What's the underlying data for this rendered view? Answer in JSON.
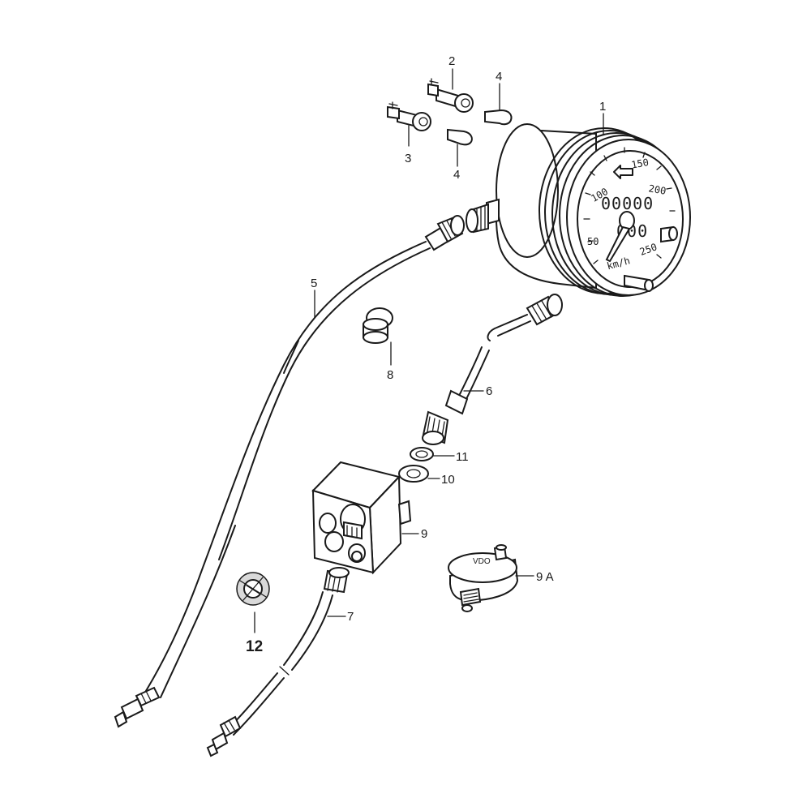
{
  "callouts": {
    "c1": "1",
    "c2": "2",
    "c3": "3",
    "c4a": "4",
    "c4b": "4",
    "c5": "5",
    "c6": "6",
    "c7": "7",
    "c8": "8",
    "c9": "9",
    "c9a": "9 A",
    "c10": "10",
    "c11": "11",
    "c12": "12"
  },
  "speedometer": {
    "ticks": [
      "50",
      "100",
      "150",
      "200",
      "250"
    ],
    "odometer": "00000",
    "trip": "000",
    "unit": "km/h"
  },
  "sensor": {
    "brand": "VDO"
  }
}
